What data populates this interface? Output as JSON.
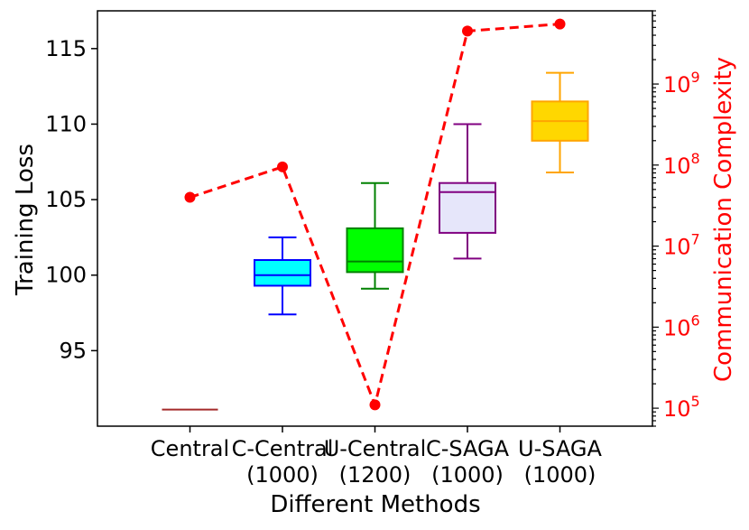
{
  "chart_data": {
    "type": "box",
    "xlabel": "Different Methods",
    "ylabel": "Training Loss",
    "y2label": "Communication Complexity",
    "ylim": [
      90,
      117.5
    ],
    "y_ticks": [
      95,
      100,
      105,
      110,
      115
    ],
    "y2_scale": "log",
    "y2lim": [
      60000,
      8000000000
    ],
    "y2_ticks": [
      {
        "value": 100000,
        "base": "10",
        "exp": "5"
      },
      {
        "value": 1000000,
        "base": "10",
        "exp": "6"
      },
      {
        "value": 10000000,
        "base": "10",
        "exp": "7"
      },
      {
        "value": 100000000,
        "base": "10",
        "exp": "8"
      },
      {
        "value": 1000000000,
        "base": "10",
        "exp": "9"
      }
    ],
    "categories": [
      {
        "line1": "Central",
        "line2": ""
      },
      {
        "line1": "C-Central",
        "line2": "(1000)"
      },
      {
        "line1": "U-Central",
        "line2": "(1200)"
      },
      {
        "line1": "C-SAGA",
        "line2": "(1000)"
      },
      {
        "line1": "U-SAGA",
        "line2": "(1000)"
      }
    ],
    "boxes": [
      {
        "whislo": 91.1,
        "q1": 91.1,
        "med": 91.1,
        "q3": 91.1,
        "whishi": 91.1,
        "edge": "#a52a2a",
        "fill": "none",
        "median_color": "#a52a2a"
      },
      {
        "whislo": 97.4,
        "q1": 99.3,
        "med": 100.0,
        "q3": 101.0,
        "whishi": 102.5,
        "edge": "#0000ff",
        "fill": "#00ffff",
        "median_color": "#0000ff"
      },
      {
        "whislo": 99.1,
        "q1": 100.2,
        "med": 100.9,
        "q3": 103.1,
        "whishi": 106.1,
        "edge": "#008000",
        "fill": "#00ff00",
        "median_color": "#008000"
      },
      {
        "whislo": 101.1,
        "q1": 102.8,
        "med": 105.5,
        "q3": 106.1,
        "whishi": 110.0,
        "edge": "#800080",
        "fill": "#e6e6fa",
        "median_color": "#800080"
      },
      {
        "whislo": 106.8,
        "q1": 108.9,
        "med": 110.2,
        "q3": 111.5,
        "whishi": 113.4,
        "edge": "#ffa500",
        "fill": "#ffd700",
        "median_color": "#ffa500"
      }
    ],
    "complexity_series": {
      "color": "#ff0000",
      "style": "dashed",
      "values": [
        40000000,
        95000000,
        110000,
        4500000000,
        5500000000
      ]
    },
    "grid": false
  }
}
